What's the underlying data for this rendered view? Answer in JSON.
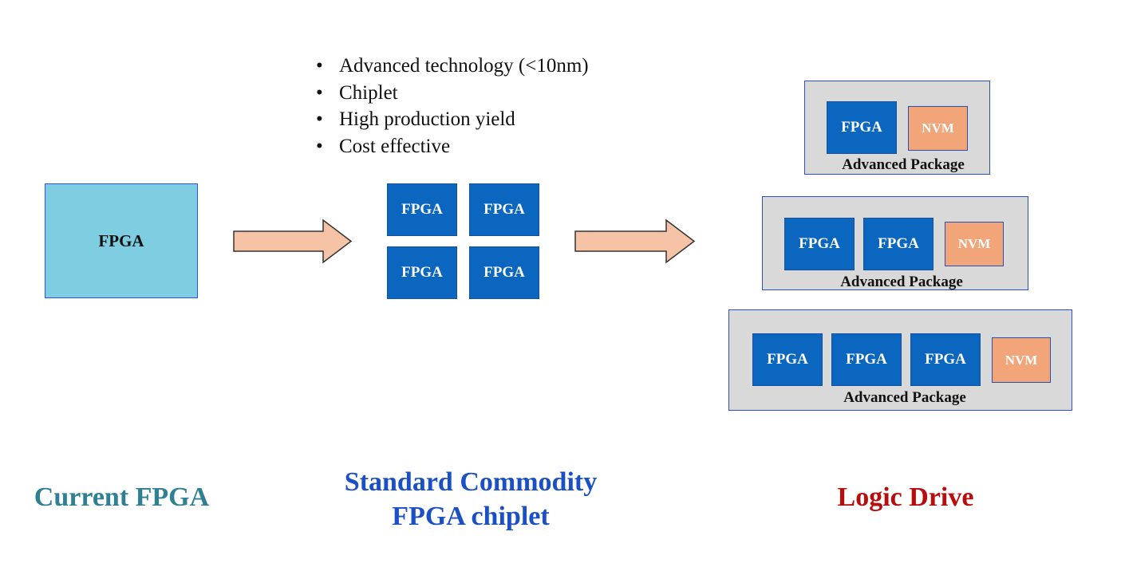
{
  "current_fpga": {
    "chip_label": "FPGA",
    "caption": "Current FPGA"
  },
  "standard_commodity": {
    "bullets": [
      "Advanced  technology (<10nm)",
      "Chiplet",
      "High production yield",
      "Cost effective"
    ],
    "chips": [
      "FPGA",
      "FPGA",
      "FPGA",
      "FPGA"
    ],
    "caption_line1": "Standard Commodity",
    "caption_line2": "FPGA chiplet"
  },
  "logic_drive": {
    "caption": "Logic Drive",
    "packages": [
      {
        "fpga_labels": [
          "FPGA"
        ],
        "nvm_label": "NVM",
        "package_label": "Advanced Package"
      },
      {
        "fpga_labels": [
          "FPGA",
          "FPGA"
        ],
        "nvm_label": "NVM",
        "package_label": "Advanced Package"
      },
      {
        "fpga_labels": [
          "FPGA",
          "FPGA",
          "FPGA"
        ],
        "nvm_label": "NVM",
        "package_label": "Advanced Package"
      }
    ]
  },
  "colors": {
    "current_fpga_fill": "#7ecde0",
    "chiplet_fill": "#0a66bf",
    "nvm_fill": "#f3a57a",
    "package_fill": "#d9d9d9",
    "arrow_fill": "#f7c3a6",
    "caption_current": "#2e8092",
    "caption_standard": "#1a4fc6",
    "caption_logic": "#b80d0d"
  },
  "icons": [
    "right-arrow-icon"
  ]
}
